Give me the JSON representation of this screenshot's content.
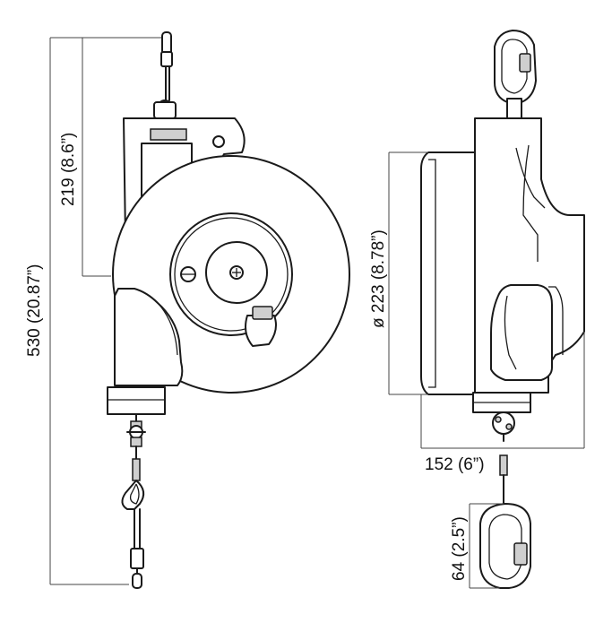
{
  "dimensions": {
    "overall_height": "530 (20.87”)",
    "top_to_body": "219 (8.6”)",
    "drum_diameter": "ø 223 (8.78”)",
    "depth": "152 (6”)",
    "carabiner": "64 (2.5”)"
  },
  "views": [
    "front-view",
    "side-view"
  ]
}
